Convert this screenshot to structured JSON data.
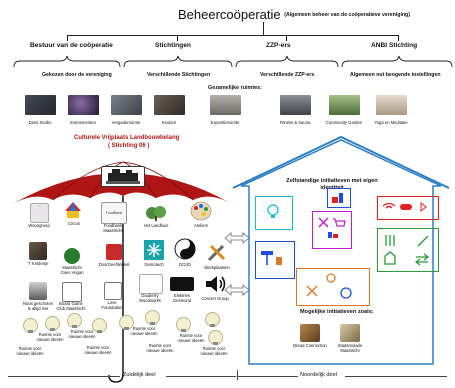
{
  "header": {
    "title": "Beheercoöperatie",
    "subtitle": "(Algemeen beheer van de coöperatieve vereniging)"
  },
  "columns": [
    {
      "title": "Bestuur van de coöperatie",
      "sub": "Gekozen door de vereniging"
    },
    {
      "title": "Stichtingen",
      "sub": "Verschillende Stichtingen"
    },
    {
      "title": "ZZP-ers",
      "sub": "Verschillende ZZP-ers"
    },
    {
      "title": "ANBI Stichting",
      "sub": "Algemeen nut beogende instellingen"
    }
  ],
  "spaces": {
    "title": "Gezamelijke ruimtes:",
    "items": [
      "Dans Studio",
      "Evenementen",
      "Vergaderruimte",
      "Keuken",
      "Expositieruimte",
      "Fitness & Sauna",
      "Community Garden",
      "Yoga en Meditatie"
    ],
    "colors": [
      "#3a3d48",
      "#2c2b3a",
      "#5a5f6a",
      "#4b4540",
      "#8e8b86",
      "#6b6f75",
      "#6e8a5a",
      "#9a8f7f"
    ]
  },
  "umbrella": {
    "title": "Culturele Vrijplaats Landbouwbelang",
    "subtitle": "( Stichting 06 )",
    "color": "#b01515"
  },
  "south_items": [
    {
      "name": "Woongroep",
      "icon": "woongroep-logo"
    },
    {
      "name": "Circus",
      "icon": "circus-icon"
    },
    {
      "name": "Foodbank Maastricht",
      "icon": "foodbank-logo"
    },
    {
      "name": "Het Landhuis",
      "icon": "landhuis-icon"
    },
    {
      "name": "Ateliers",
      "icon": "palette-icon"
    },
    {
      "name": "'T Keldertje",
      "icon": "keldertje-photo"
    },
    {
      "name": "Maastricht Goes Vegan",
      "icon": "vegan-logo"
    },
    {
      "name": "DoorGeefWinkel",
      "icon": "doorgeefwinkel-logo"
    },
    {
      "name": "Demotech",
      "icon": "demotech-logo"
    },
    {
      "name": "DOJO",
      "icon": "yin-yang-icon"
    },
    {
      "name": "Werkplaatsen",
      "icon": "tools-icon"
    },
    {
      "name": "Nooit geschoten is altijd mis",
      "icon": "portrait-photo"
    },
    {
      "name": "Board Game Club Maastricht",
      "icon": "boardgame-logo"
    },
    {
      "name": "Love Foundation",
      "icon": "love-foundation-logo"
    },
    {
      "name": "Dauberry Woodworks",
      "icon": "dauberry-logo"
    },
    {
      "name": "Elektries Gesteund",
      "icon": "elektries-logo"
    },
    {
      "name": "Concert Group",
      "icon": "speaker-icon"
    }
  ],
  "idea_label": "Ruimte voor nieuwe ideeën",
  "north": {
    "title": "Zelfstandige initiatieven met eigen identiteit",
    "possible_title": "Mogelijke initiatieven zoals:",
    "examples": [
      "Bread Connection",
      "Stadsmolade Maastricht"
    ],
    "colors": {
      "house": "#2e7fc2",
      "blue": "#1f4fd8",
      "magenta": "#c21fc2",
      "red": "#e02020",
      "green": "#2a9a3a",
      "orange": "#d77a2a",
      "cyan": "#1fb8c8"
    }
  },
  "footer": {
    "south": "Zuidelijk deel",
    "north": "Noordelijk deel"
  }
}
